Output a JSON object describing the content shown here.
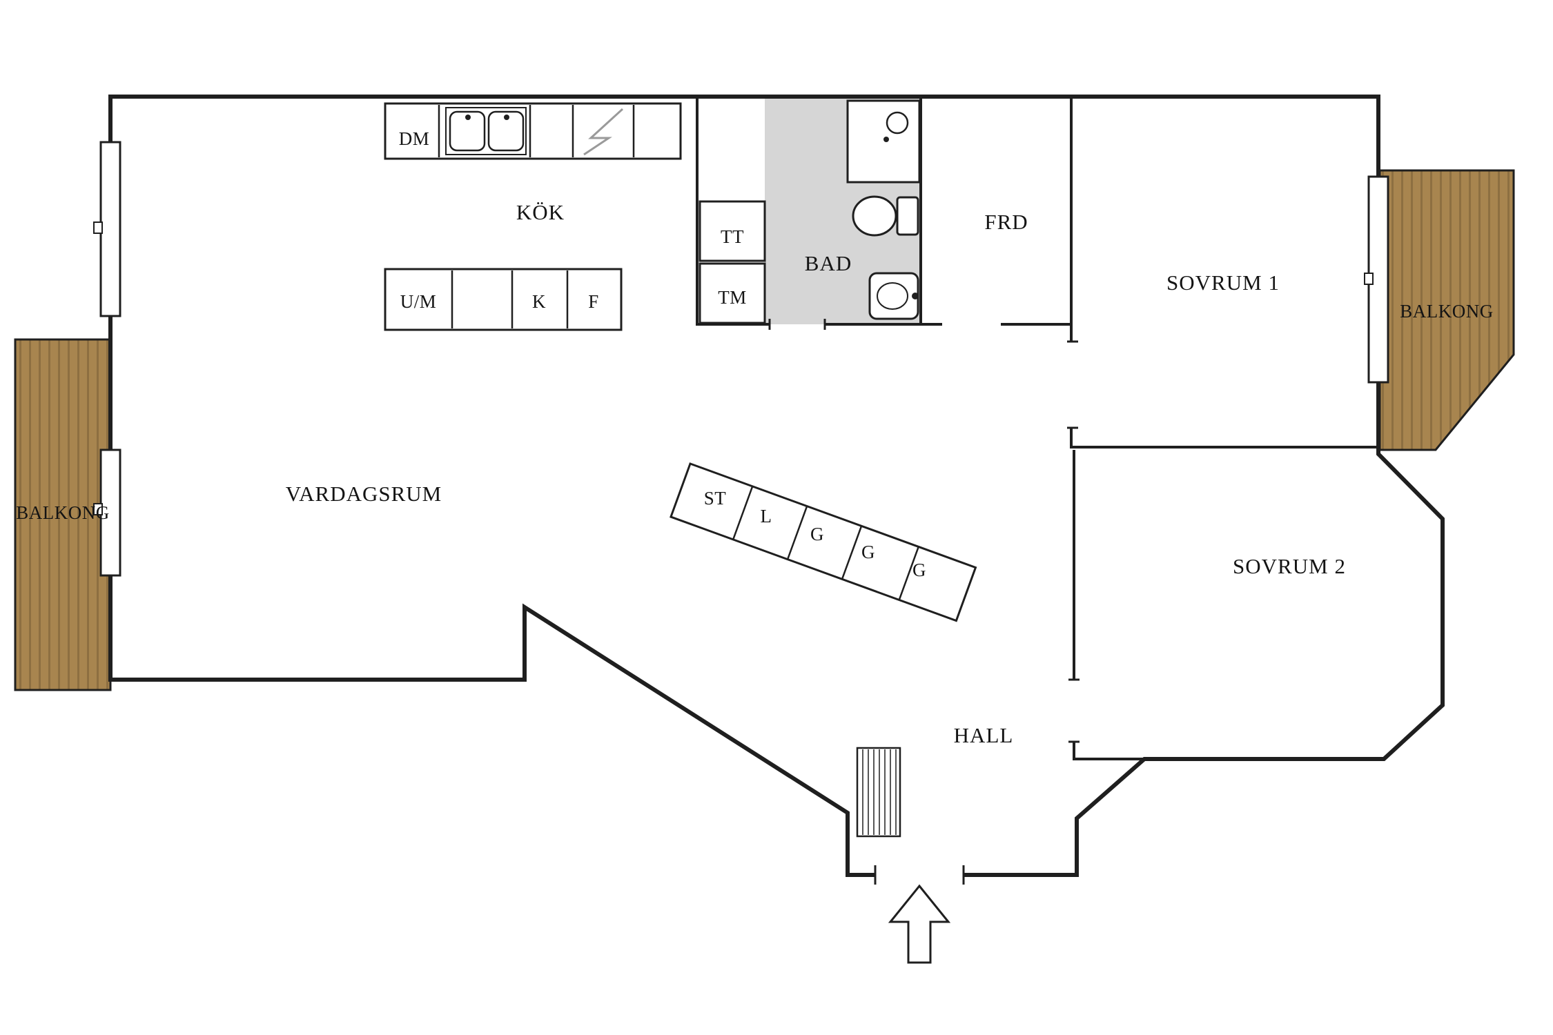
{
  "colors": {
    "wall": "#1f1f1f",
    "bath_fill": "#d6d6d6",
    "wood": "#a8854f",
    "wood_stripe": "#8d6f41",
    "background": "#ffffff"
  },
  "rooms": {
    "kok": "KÖK",
    "vardagsrum": "VARDAGSRUM",
    "bad": "BAD",
    "frd": "FRD",
    "sovrum1": "SOVRUM 1",
    "sovrum2": "SOVRUM 2",
    "hall": "HALL",
    "balkong": "BALKONG"
  },
  "appliances": {
    "dm": "DM",
    "tt": "TT",
    "tm": "TM",
    "um": "U/M",
    "k": "K",
    "f": "F"
  },
  "closets": {
    "st": "ST",
    "l": "L",
    "g": "G"
  }
}
